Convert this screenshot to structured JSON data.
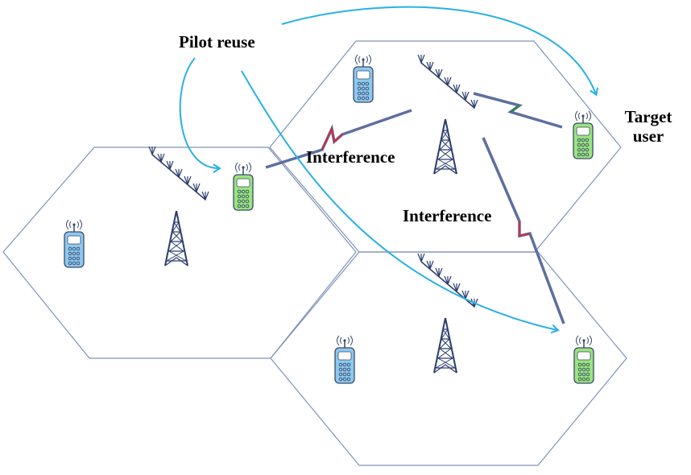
{
  "labels": {
    "pilot_reuse": "Pilot reuse",
    "interference_1": "Interference",
    "interference_2": "Interference",
    "target_user_line1": "Target",
    "target_user_line2": "user"
  },
  "colors": {
    "cell_border": "#7f93b8",
    "arrow": "#29b0e6",
    "interference_link": "#5d6fa0",
    "bolt_red": "#e81e25",
    "bolt_green": "#1e8c3a",
    "phone_pilot_reuse": "#9be57f",
    "phone_other": "#8ec9ef",
    "tower": "#2b3d6e"
  },
  "icons": {
    "base_station": "cell-tower-icon",
    "user_device": "mobile-phone-icon"
  }
}
